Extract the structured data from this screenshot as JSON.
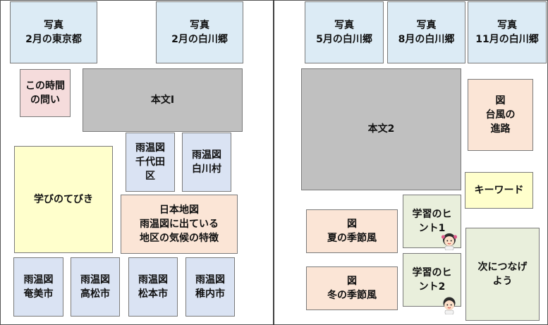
{
  "colors": {
    "photo": "#dcebf5",
    "rain_chart": "#dae3f3",
    "body_text": "#c0c0c0",
    "question": "#f5dcdc",
    "figure": "#fbe5d6",
    "learning": "#ffffcc",
    "hint": "#e9efdc"
  },
  "boxes": {
    "photo_tokyo_feb": "写真\n2月の東京都",
    "photo_shirakawa_feb": "写真\n2月の白川郷",
    "question": "この時間\nの問い",
    "body1": "本文Ⅰ",
    "rain_chiyoda": "雨温図\n千代田\n区",
    "rain_shirakawa": "雨温図\n白川村",
    "manabi": "学びのてびき",
    "japan_map": "日本地図\n雨温図に出ている\n地区の気候の特徴",
    "rain_amami": "雨温図\n奄美市",
    "rain_takamatsu": "雨温図\n高松市",
    "rain_matsumoto": "雨温図\n松本市",
    "rain_wakkanai": "雨温図\n稚内市",
    "photo_shirakawa_may": "写真\n5月の白川郷",
    "photo_shirakawa_aug": "写真\n8月の白川郷",
    "photo_shirakawa_nov": "写真\n11月の白川郷",
    "body2": "本文2",
    "typhoon": "図\n台風の\n進路",
    "keyword": "キーワード",
    "summer_wind": "図\n夏の季節風",
    "winter_wind": "図\n冬の季節風",
    "hint1": "学習のヒ\nント1",
    "hint2": "学習のヒ\nント2",
    "connect": "次につなげ\nよう"
  }
}
